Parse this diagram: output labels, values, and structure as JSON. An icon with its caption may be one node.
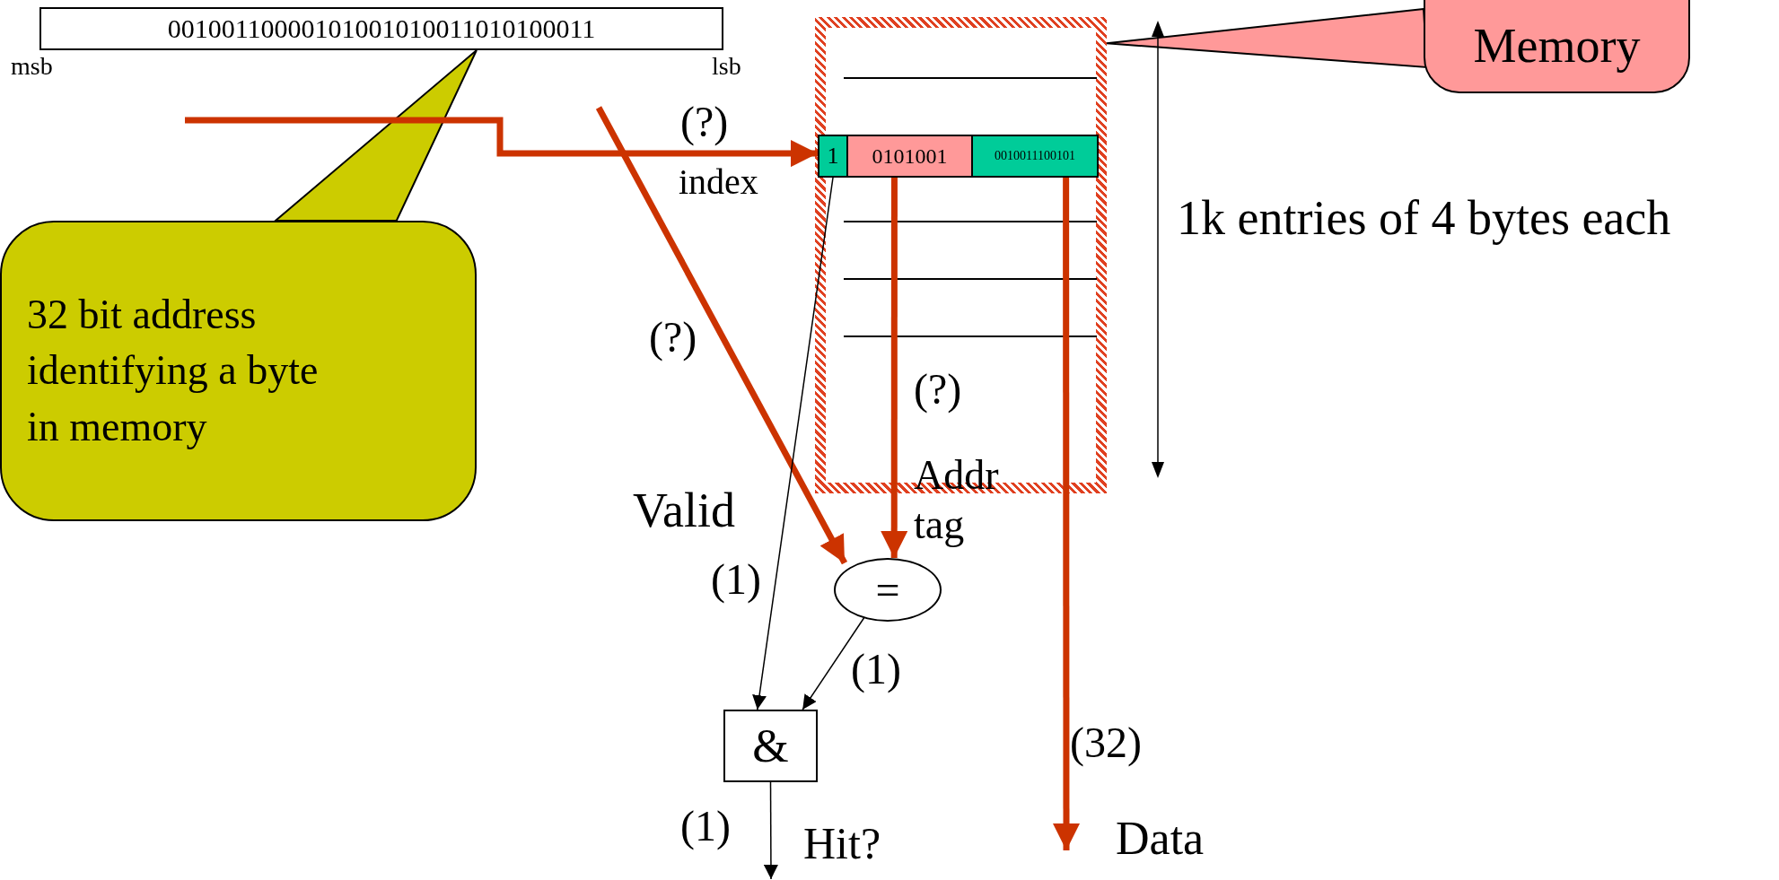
{
  "diagram": {
    "nodes": [
      {
        "text": [
          "00100110000101001010011010100011"
        ]
      },
      {
        "text": [
          "32 bit address identifying a byte in memory"
        ]
      },
      {
        "text": [],
        "shape": "box"
      },
      {
        "text": [
          "Memory"
        ]
      },
      {
        "text": [
          "1"
        ],
        "in": 2
      },
      {
        "text": [
          "0101001"
        ],
        "in": 2
      },
      {
        "text": [
          "0010011100101"
        ],
        "in": 2
      },
      {
        "text": [
          "="
        ]
      },
      {
        "text": [
          "&"
        ]
      }
    ],
    "edges": [
      {
        "from": 1,
        "to": 0,
        "arrow": "to",
        "color": "#000000"
      },
      {
        "from": 3,
        "to": 2,
        "arrow": "to",
        "color": "#000000"
      },
      {
        "from": null,
        "to": 4,
        "arrow": "to",
        "label": "(?)"
      },
      {
        "from": null,
        "to": 7,
        "arrow": "to",
        "label": "(?)"
      },
      {
        "from": 5,
        "to": 7,
        "arrow": "to",
        "label": "(?)"
      },
      {
        "from": 6,
        "to": null,
        "arrow": "to",
        "label": "(32)"
      },
      {
        "from": 4,
        "to": 8,
        "arrow": "to",
        "label": "(1)",
        "color": "#000000"
      },
      {
        "from": 7,
        "to": 8,
        "arrow": "to",
        "label": "(1)",
        "color": "#000000"
      },
      {
        "from": 8,
        "to": null,
        "arrow": "to",
        "label": "(1)",
        "color": "#000000"
      }
    ],
    "labels": [
      "msb",
      "lsb",
      "index",
      "1k entries of 4 bytes each",
      "Valid",
      "Addr tag",
      "Hit?",
      "Data"
    ]
  }
}
